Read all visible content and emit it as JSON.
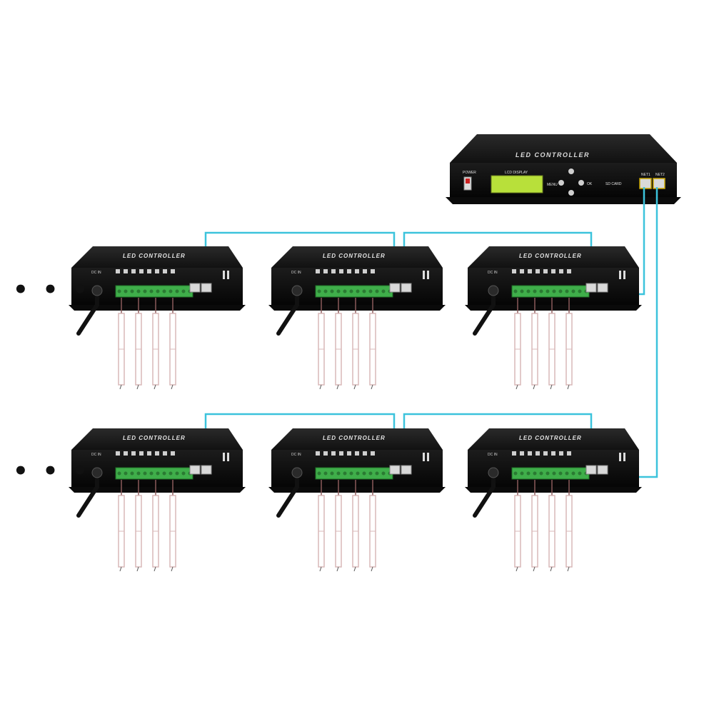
{
  "master": {
    "title": "LED CONTROLLER",
    "power_label": "POWER",
    "display_label": "LCD DISPLAY",
    "menu_label": "MENU",
    "ok_label": "OK",
    "sd_label": "SD CARD",
    "port1_label": "NET1",
    "port2_label": "NET2"
  },
  "slave": {
    "title": "LED CONTROLLER",
    "dc_label": "DC IN"
  },
  "continuation_marks": [
    "• • •",
    "• • •"
  ],
  "colors": {
    "cable": "#3cc3dc",
    "terminal": "#3fae4a",
    "body": "#141414",
    "lcd": "#b8e03a",
    "strip": "#d8b8b8"
  }
}
